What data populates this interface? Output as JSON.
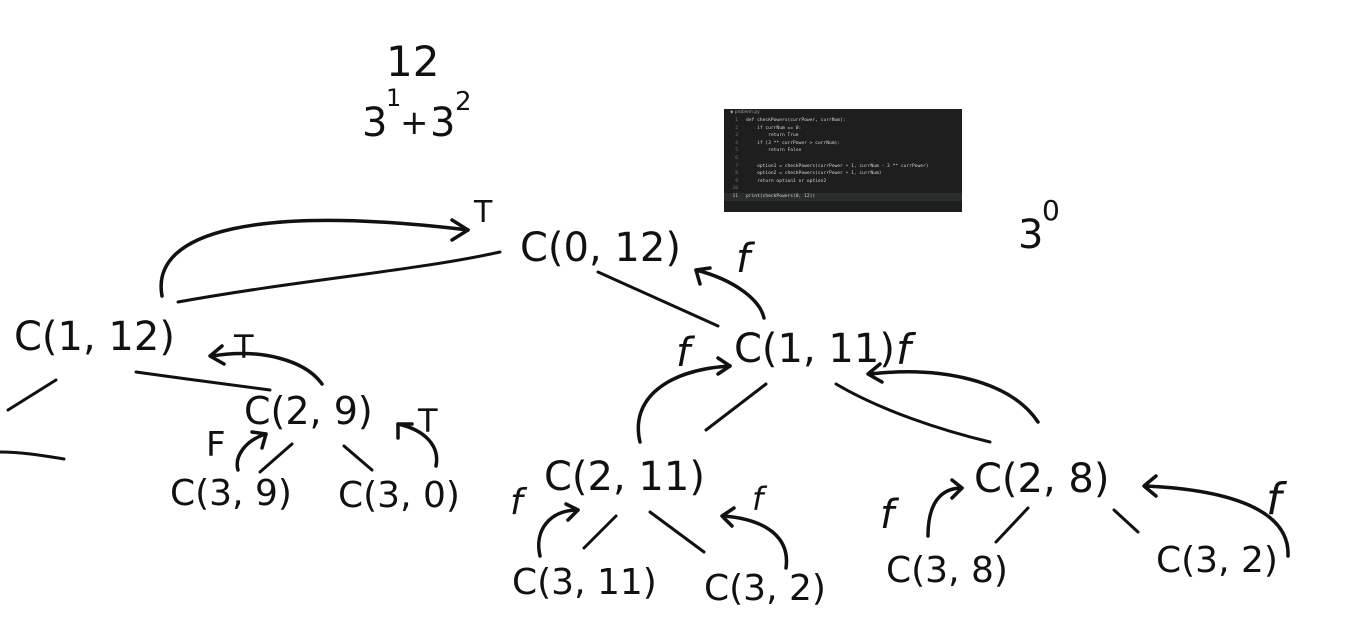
{
  "annotations": {
    "target": "12",
    "decomposition_base1": "3",
    "decomposition_exp1": "1",
    "decomposition_plus": "+",
    "decomposition_base2": "3",
    "decomposition_exp2": "2",
    "side_base": "3",
    "side_exp": "0"
  },
  "code": {
    "tab": "problem.py",
    "lines": [
      {
        "n": "1",
        "text": "def checkPowers(currPower, currNum):"
      },
      {
        "n": "2",
        "text": "    if currNum == 0:"
      },
      {
        "n": "3",
        "text": "        return True"
      },
      {
        "n": "4",
        "text": "    if (3 ** currPower > currNum):"
      },
      {
        "n": "5",
        "text": "        return False"
      },
      {
        "n": "6",
        "text": ""
      },
      {
        "n": "7",
        "text": "    option1 = checkPowers(currPower + 1, currNum - 3 ** currPower)"
      },
      {
        "n": "8",
        "text": "    option2 = checkPowers(currPower + 1, currNum)"
      },
      {
        "n": "9",
        "text": "    return option1 or option2"
      },
      {
        "n": "10",
        "text": ""
      },
      {
        "n": "11",
        "text": "print(checkPowers(0, 12))"
      }
    ]
  },
  "nodes": {
    "root": "C(0, 12)",
    "n_1_12": "C(1, 12)",
    "n_1_11": "C(1, 11)",
    "n_2_9": "C(2, 9)",
    "n_3_9": "C(3, 9)",
    "n_3_0": "C(3, 0)",
    "n_2_11": "C(2, 11)",
    "n_3_11": "C(3, 11)",
    "n_3_2a": "C(3, 2)",
    "n_2_8": "C(2, 8)",
    "n_3_8": "C(3, 8)",
    "n_3_2b": "C(3, 2)"
  },
  "results": {
    "root_true": "T",
    "n_1_12_true": "T",
    "n_3_0_true": "T",
    "n_3_9_false": "F",
    "n_1_11_false_up": "f",
    "n_1_11_false_left": "f",
    "n_1_11_false_right": "f",
    "n_2_11_false": "f",
    "n_3_2a_false": "f",
    "n_2_8_false_left": "f",
    "n_2_8_false_right": "f"
  }
}
